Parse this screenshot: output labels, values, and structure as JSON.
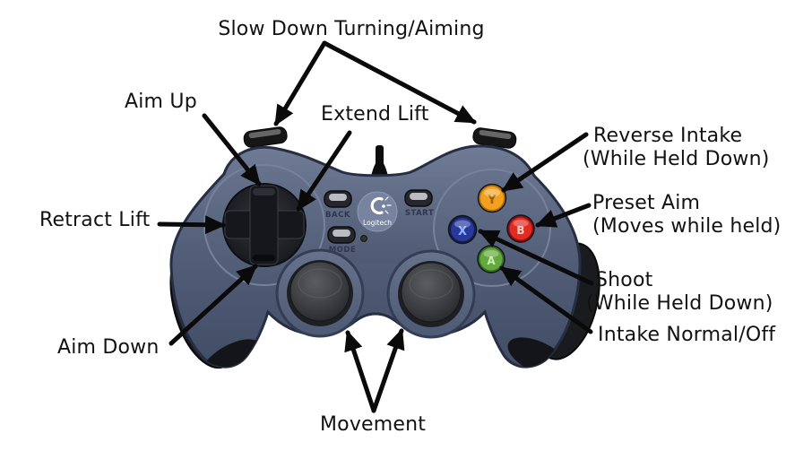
{
  "labels": {
    "slow_down": "Slow Down Turning/Aiming",
    "aim_up": "Aim Up",
    "extend_lift": "Extend Lift",
    "retract_lift": "Retract Lift",
    "aim_down": "Aim Down",
    "movement": "Movement",
    "reverse_intake_line1": "Reverse Intake",
    "reverse_intake_line2": "(While Held Down)",
    "preset_aim_line1": "Preset Aim",
    "preset_aim_line2": "(Moves while held)",
    "shoot_line1": "Shoot",
    "shoot_line2": "(While Held Down)",
    "intake_normal": "Intake Normal/Off"
  },
  "controller": {
    "brand": "Logitech",
    "back_button": "BACK",
    "start_button": "START",
    "mode_button": "MODE",
    "face_buttons": {
      "top": "Y",
      "left": "X",
      "right": "B",
      "bottom": "A"
    },
    "colors": {
      "body": "#535f7a",
      "button_top": "#f2a01e",
      "button_left": "#27399b",
      "button_right": "#e22b21",
      "button_bottom": "#63a93f",
      "grip": "#17181b",
      "arrow": "#0a0a0a"
    }
  }
}
